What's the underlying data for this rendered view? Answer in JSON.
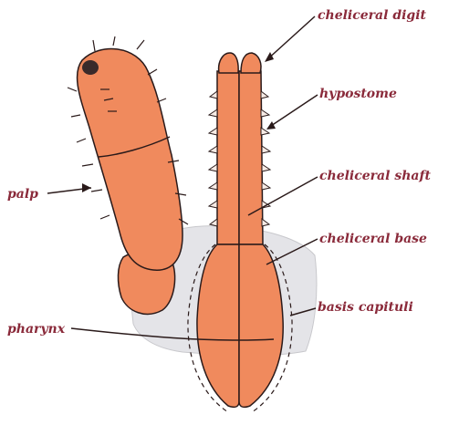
{
  "labels": {
    "chelicera_digit": "cheliceral digit",
    "hypostome": "hypostome",
    "chelicera_shaft": "cheliceral shaft",
    "chelicera_base": "cheliceral base",
    "basis_capituli": "basis capituli",
    "palp": "palp",
    "pharynx": "pharynx"
  },
  "colors": {
    "tissue": "#f08a5d",
    "basis": "#e4e4e8",
    "outline": "#2a1a1a",
    "label": "#8a2a3a"
  }
}
